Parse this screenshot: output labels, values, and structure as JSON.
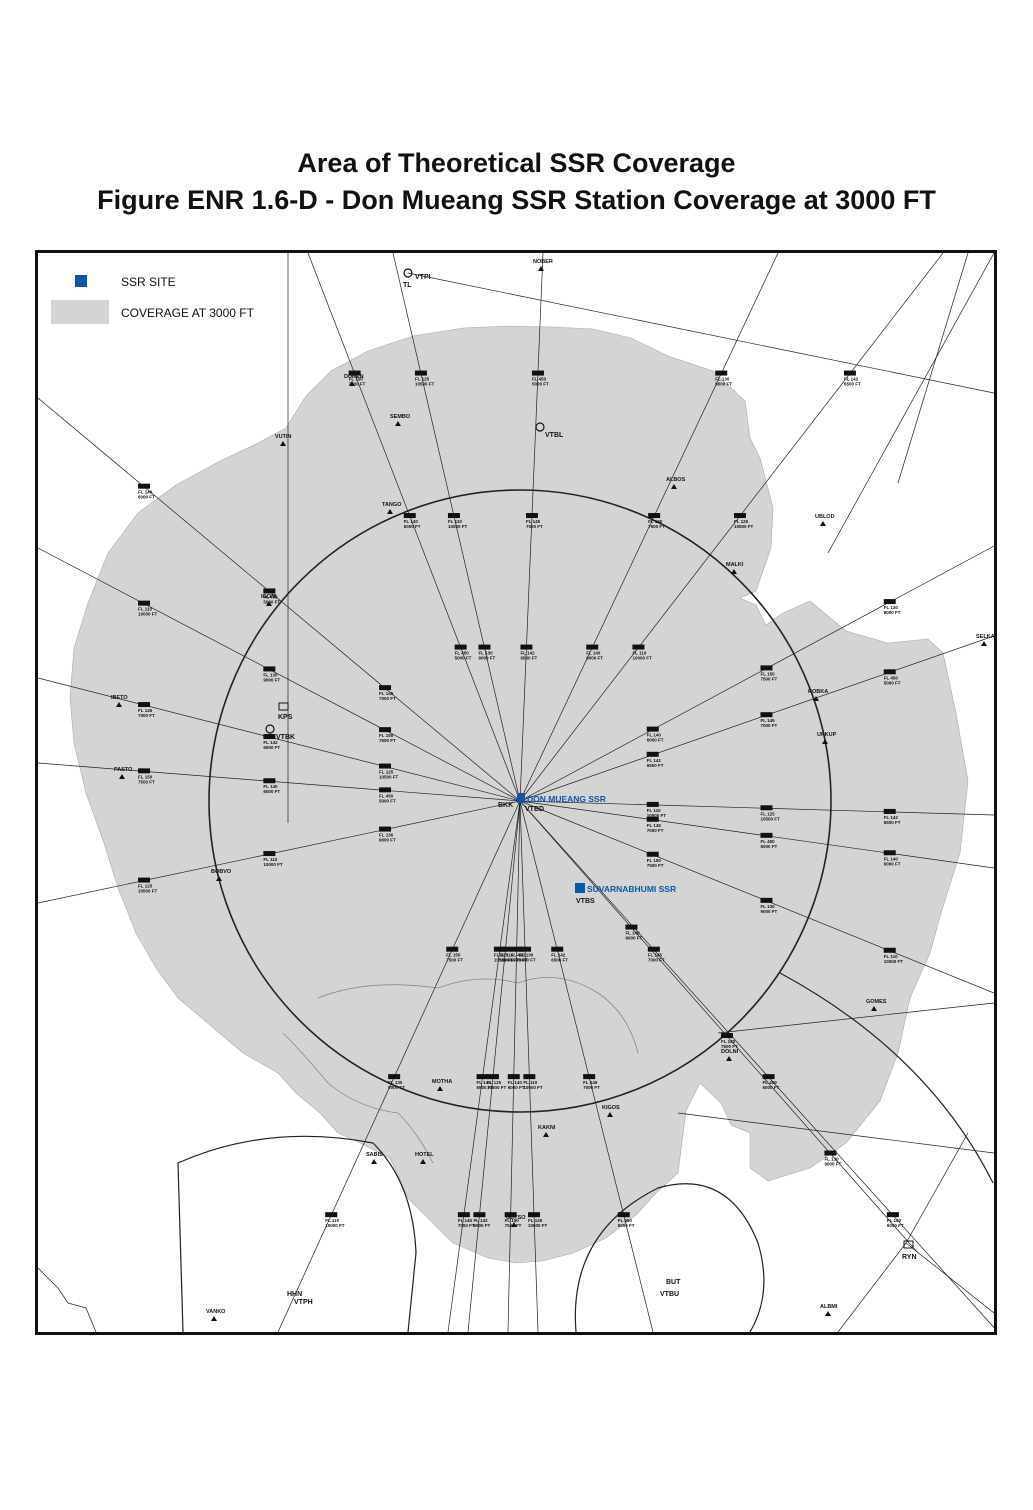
{
  "title": {
    "line1": "Area of Theoretical SSR Coverage",
    "line2": "Figure ENR 1.6-D - Don Mueang SSR Station Coverage at 3000 FT"
  },
  "legend": {
    "site_label": "SSR SITE",
    "coverage_label": "COVERAGE AT 3000 FT"
  },
  "colors": {
    "ssr_site": "#0b57a8",
    "coverage": "#d4d4d4",
    "line": "#111111"
  },
  "ssr_sites": [
    {
      "name": "DON MUEANG SSR"
    },
    {
      "name": "SUVARNABHUMI SSR"
    }
  ],
  "aerodromes": [
    "VTBD",
    "VTBS",
    "VTBL",
    "VTBK",
    "VTPI",
    "VTPH",
    "VTBU"
  ],
  "navaids": [
    "BKK",
    "KPS",
    "TL",
    "HHN",
    "BUT",
    "RYN"
  ],
  "waypoints": [
    "NOBER",
    "DUKEN",
    "SEMBO",
    "VUTIN",
    "ALBOS",
    "TANGO",
    "UBLOD",
    "MALKI",
    "IGONI",
    "ROBKA",
    "IBETO",
    "UPKUP",
    "PASTO",
    "BOBVO",
    "GOMES",
    "DOLNI",
    "MOTHA",
    "KIGOS",
    "KAKNI",
    "SABIS",
    "HOTEL",
    "GUTSO",
    "VANKO",
    "ALBMI",
    "SELKA"
  ],
  "route_labels": {
    "levels": [
      "FL 450",
      "FL 140",
      "FL 150",
      "FL 130",
      "FL 110",
      "FL 125",
      "FL 142",
      "FL 145"
    ],
    "altitudes": [
      "5000 FT",
      "6000 FT",
      "7500 FT",
      "9000 FT",
      "10000 FT",
      "10500 FT",
      "6500 FT",
      "7000 FT"
    ]
  }
}
